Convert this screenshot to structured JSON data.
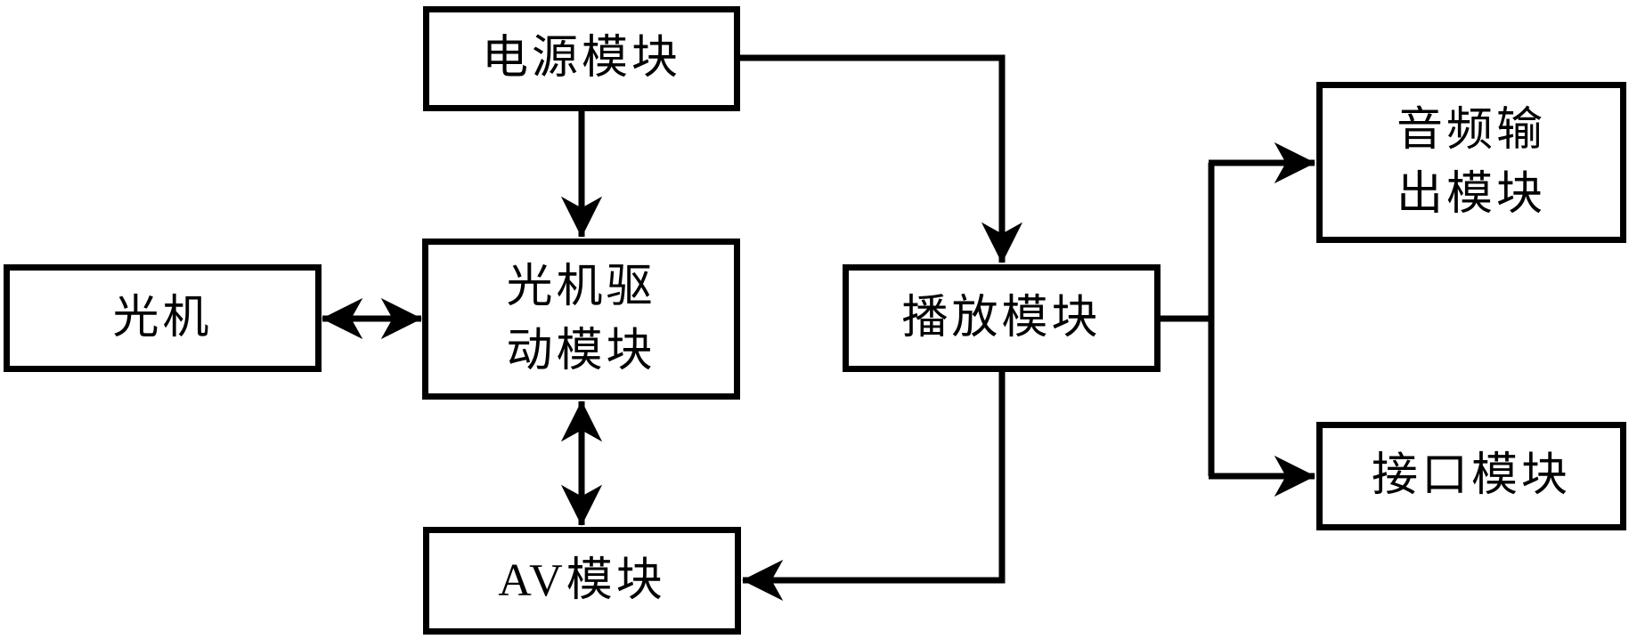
{
  "diagram": {
    "background_color": "#ffffff",
    "line_color": "#000000",
    "box_fill": "#ffffff",
    "nodes": {
      "power": {
        "label": "电源模块",
        "lines": [
          "电源模块"
        ]
      },
      "optical": {
        "label": "光机",
        "lines": [
          "光机"
        ]
      },
      "drive": {
        "label": "光机驱动模块",
        "lines": [
          "光机驱",
          "动模块"
        ]
      },
      "playback": {
        "label": "播放模块",
        "lines": [
          "播放模块"
        ]
      },
      "audio_out": {
        "label": "音频输出模块",
        "lines": [
          "音频输",
          "出模块"
        ]
      },
      "interface": {
        "label": "接口模块",
        "lines": [
          "接口模块"
        ]
      },
      "av": {
        "label": "AV模块",
        "lines": [
          "AV模块"
        ]
      }
    },
    "edges": [
      {
        "from": "电源模块",
        "to": "光机驱动模块",
        "type": "arrow",
        "direction": "down"
      },
      {
        "from": "电源模块",
        "to": "播放模块",
        "type": "arrow",
        "direction": "right-then-down"
      },
      {
        "from": "光机",
        "to": "光机驱动模块",
        "type": "double-arrow",
        "direction": "horizontal"
      },
      {
        "from": "光机驱动模块",
        "to": "AV模块",
        "type": "double-arrow",
        "direction": "vertical"
      },
      {
        "from": "播放模块",
        "to": "音频输出模块",
        "type": "arrow",
        "direction": "right-branch-up"
      },
      {
        "from": "播放模块",
        "to": "接口模块",
        "type": "arrow",
        "direction": "right-branch-down"
      },
      {
        "from": "播放模块",
        "to": "AV模块",
        "type": "arrow",
        "direction": "down-then-left"
      }
    ]
  }
}
